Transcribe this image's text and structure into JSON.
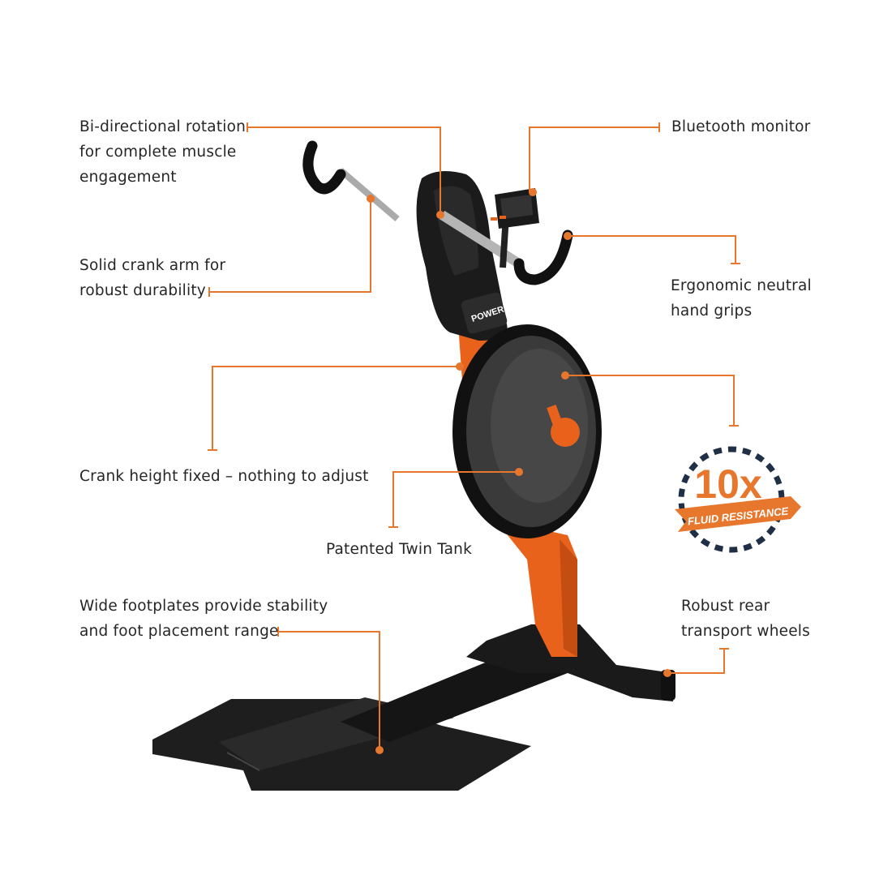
{
  "colors": {
    "accent": "#e8772e",
    "machine_black": "#1d1d1d",
    "frame_orange": "#e8621c",
    "badge_navy": "#1f2f45"
  },
  "callouts": [
    {
      "id": "bidirectional",
      "lines": [
        "Bi-directional rotation",
        "for complete muscle",
        "engagement"
      ]
    },
    {
      "id": "bluetooth",
      "lines": [
        "Bluetooth monitor"
      ]
    },
    {
      "id": "crank-arm",
      "lines": [
        "Solid crank arm for",
        "robust durability"
      ]
    },
    {
      "id": "hand-grips",
      "lines": [
        "Ergonomic neutral",
        "hand grips"
      ]
    },
    {
      "id": "crank-height",
      "lines": [
        "Crank height fixed – nothing to adjust"
      ]
    },
    {
      "id": "twin-tank",
      "lines": [
        "Patented Twin Tank"
      ]
    },
    {
      "id": "footplates",
      "lines": [
        "Wide footplates provide stability",
        "and foot placement range"
      ]
    },
    {
      "id": "rear-wheels",
      "lines": [
        "Robust rear",
        "transport wheels"
      ]
    }
  ],
  "badge": {
    "value": "10x",
    "ribbon": "FLUID RESISTANCE"
  },
  "brand_logo": "POWER UBE"
}
